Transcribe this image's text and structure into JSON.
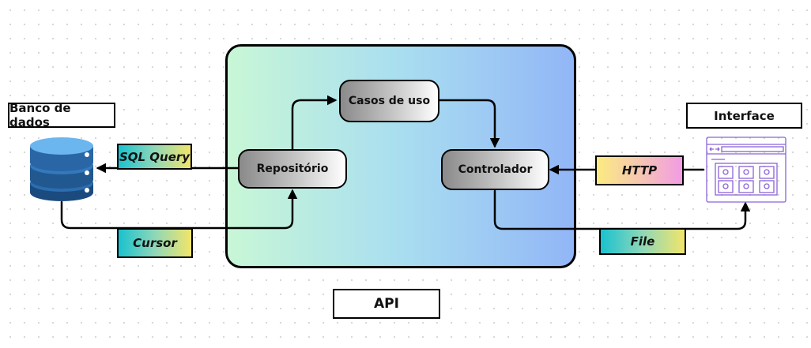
{
  "api": {
    "label": "API"
  },
  "nodes": {
    "casos": "Casos de uso",
    "repositorio": "Repositório",
    "controlador": "Controlador"
  },
  "tags": {
    "sql": "SQL Query",
    "cursor": "Cursor",
    "http": "HTTP",
    "file": "File"
  },
  "labels": {
    "banco": "Banco de dados",
    "interface": "Interface"
  },
  "icons": {
    "database": "database-icon",
    "interface": "browser-window-icon"
  }
}
